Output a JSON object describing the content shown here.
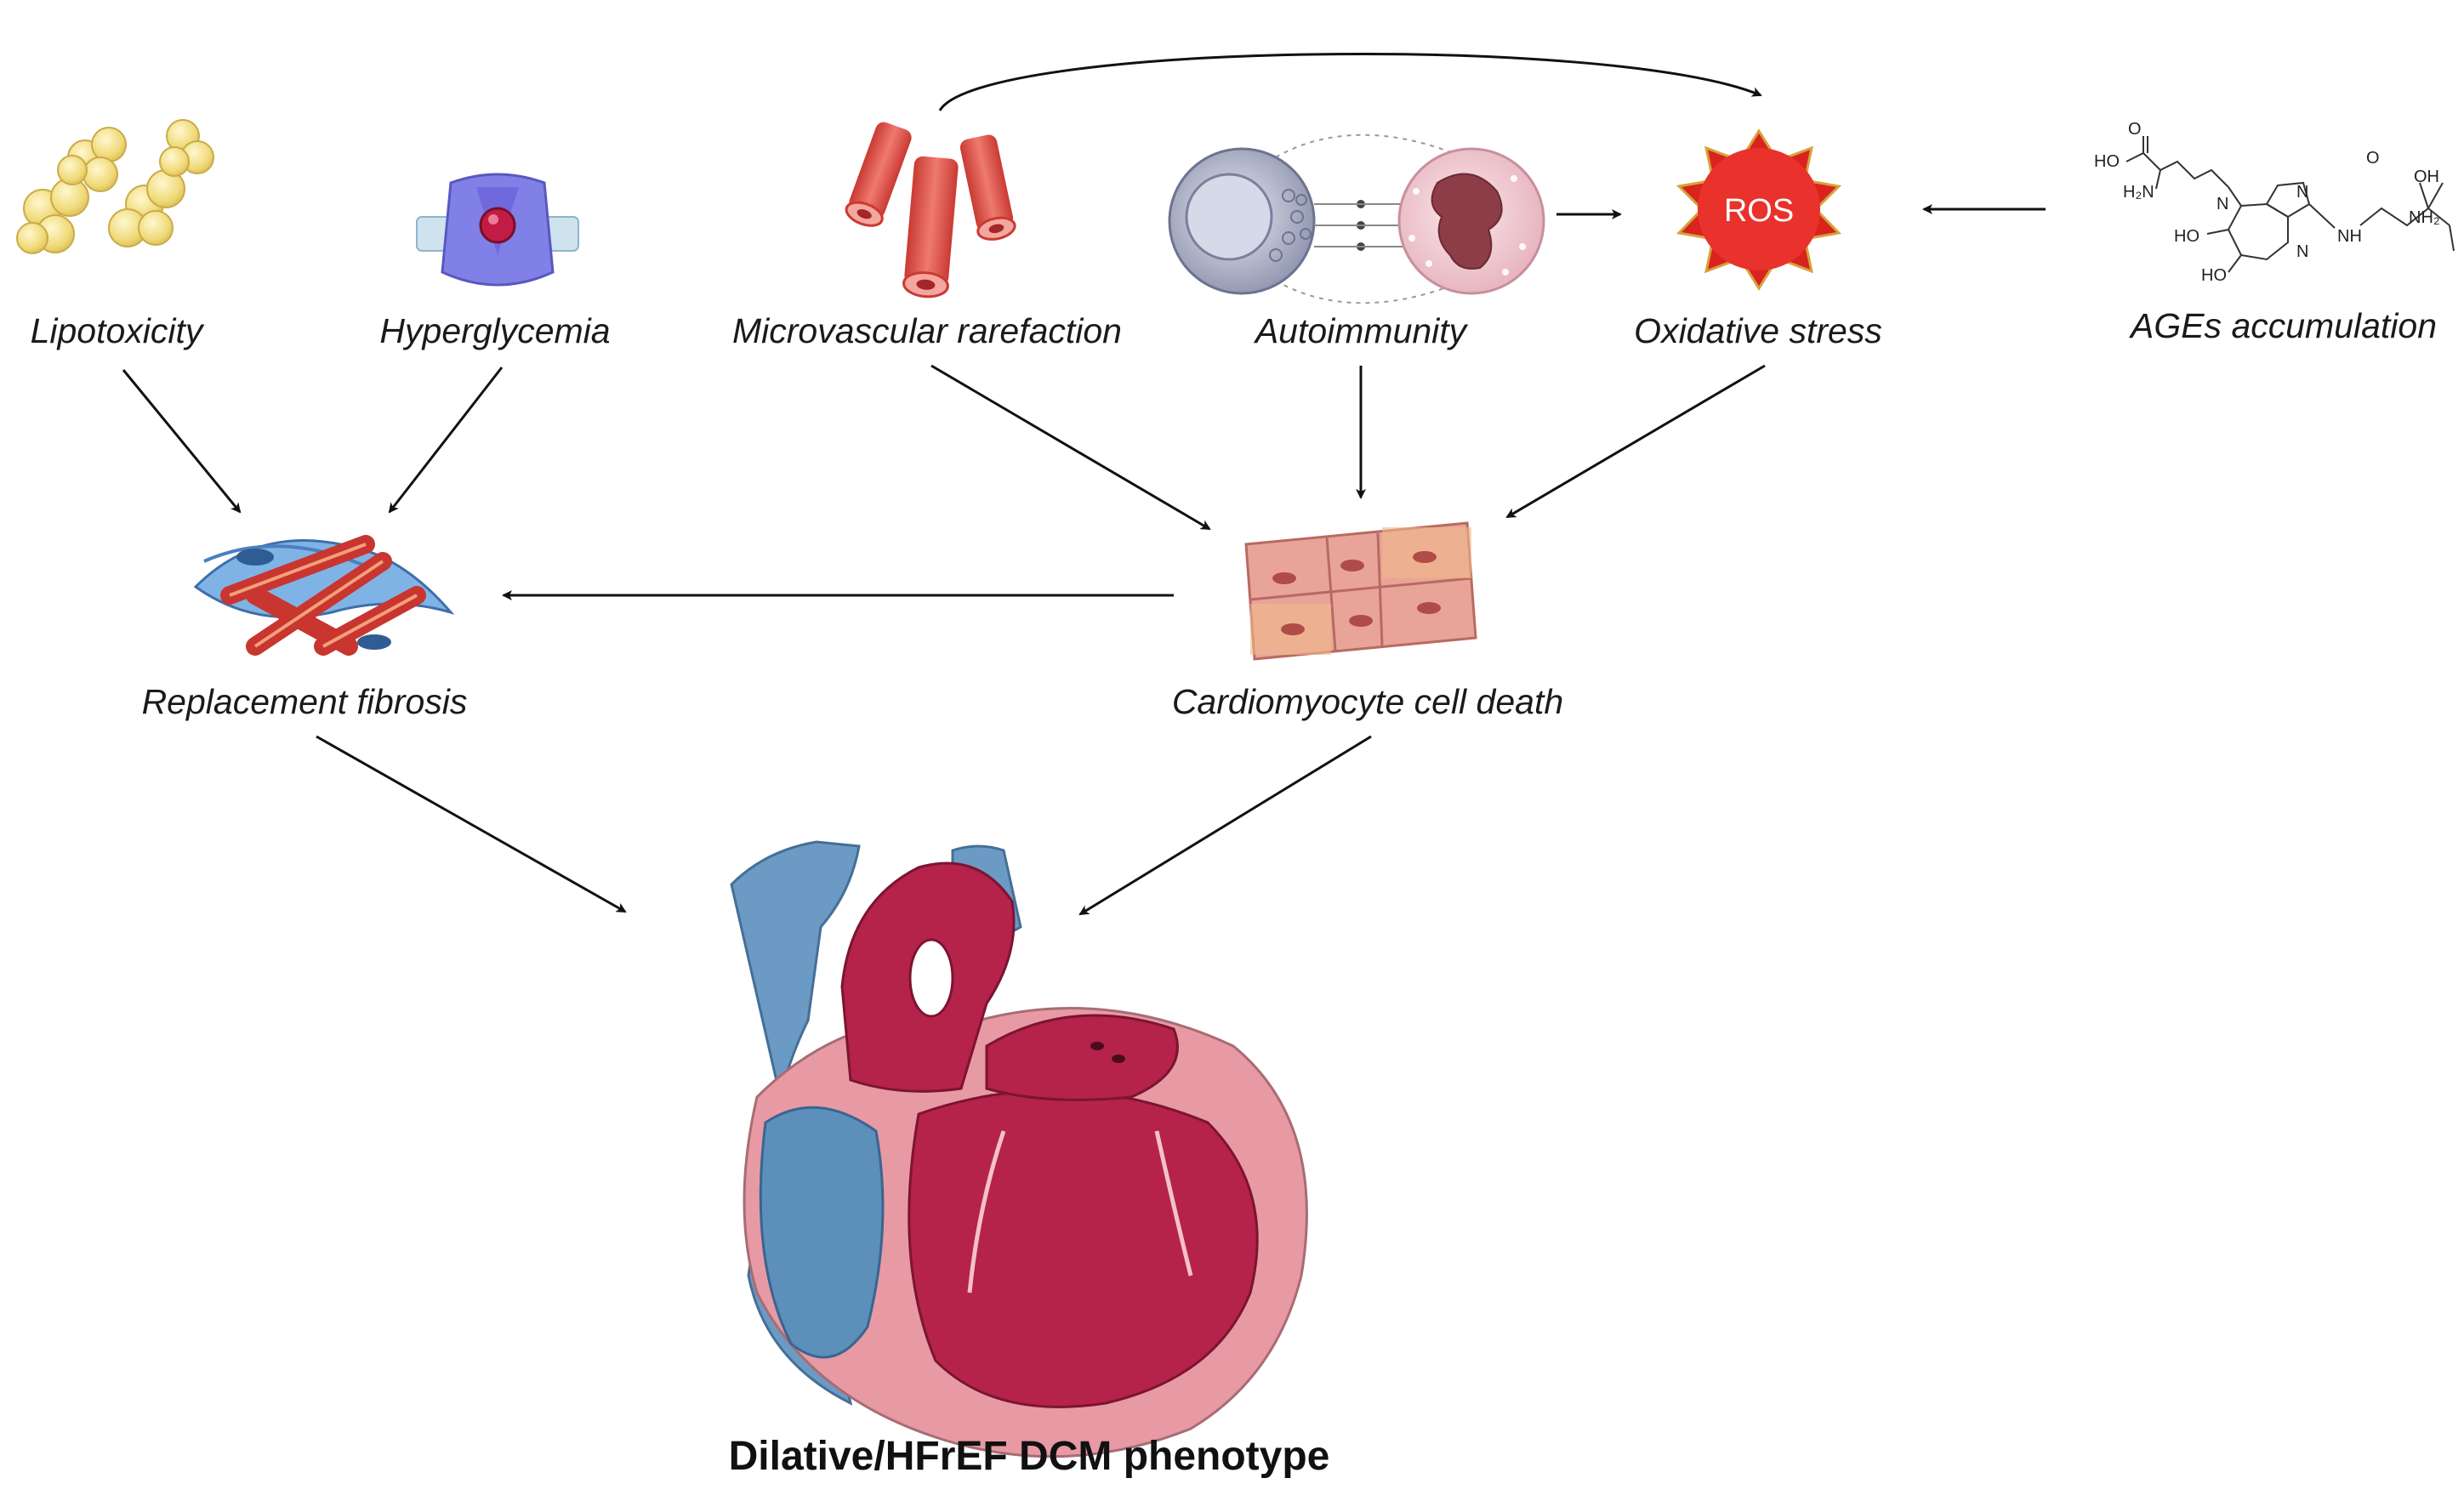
{
  "nodes": {
    "lipotoxicity": "Lipotoxicity",
    "hyperglycemia": "Hyperglycemia",
    "microvascular_rarefaction": "Microvascular rarefaction",
    "autoimmunity": "Autoimmunity",
    "oxidative_stress": "Oxidative stress",
    "ages_accumulation": "AGEs accumulation",
    "replacement_fibrosis": "Replacement fibrosis",
    "cardiomyocyte_cell_death": "Cardiomyocyte cell death",
    "outcome": "Dilative/HFrEF DCM phenotype"
  },
  "ros_label": "ROS",
  "chem_labels": {
    "ho1": "HO",
    "h2n1": "H₂N",
    "o1": "O",
    "n1": "N",
    "n2": "N",
    "n3": "N",
    "nh": "NH",
    "ho2": "HO",
    "ho3": "HO",
    "o2": "O",
    "oh": "OH",
    "nh2": "NH₂"
  },
  "icons": {
    "lipotoxicity": "fat-cells-icon",
    "hyperglycemia": "blood-vessel-glucose-icon",
    "microvascular_rarefaction": "vessel-segments-icon",
    "autoimmunity": "immune-cells-icon",
    "oxidative_stress": "ros-star-icon",
    "ages_accumulation": "chemical-structure-icon",
    "replacement_fibrosis": "fibrotic-tissue-icon",
    "cardiomyocyte_cell_death": "cardiomyocyte-tissue-icon",
    "outcome": "heart-cross-section-icon"
  },
  "colors": {
    "arrow": "#111111",
    "ros_fill": "#e8322b",
    "ros_star": "#d9231f",
    "heart_red": "#b5224a",
    "heart_blue": "#5b8db5",
    "fat_yellow": "#f2df86",
    "vessel_red": "#e2574f",
    "cell_pink": "#e9a49a"
  }
}
